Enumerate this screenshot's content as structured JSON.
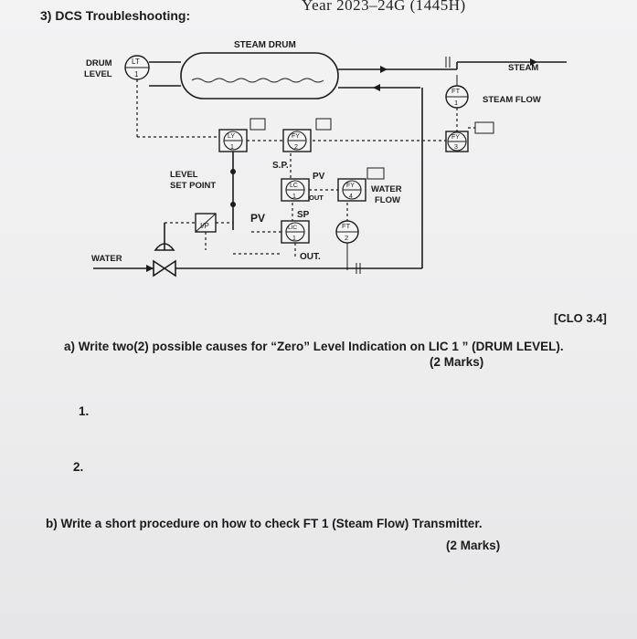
{
  "header_fragment": "Year 2023–24G (1445H)",
  "section": {
    "title": "3)  DCS Troubleshooting:"
  },
  "diagram": {
    "steam_drum": "STEAM DRUM",
    "drum_level_l1": "DRUM",
    "drum_level_l2": "LEVEL",
    "lt_tag_top": "LT",
    "lt_tag_num": "1",
    "steam": "STEAM",
    "steam_flow": "STEAM FLOW",
    "ft1_top": "FT",
    "ft1_num": "1",
    "fy3_top": "FY",
    "fy3_num": "3",
    "ly1_top": "LY",
    "ly1_num": "1",
    "fy2_top": "FY",
    "fy2_num": "2",
    "sp": "S.P.",
    "pv": "PV",
    "lc1_top": "LC",
    "lc1_num": "1",
    "out_small": "OUT",
    "fy4_top": "FY",
    "fy4_num": "4",
    "sp2": "SP",
    "lic1_top": "LIC",
    "lic1_num": "1",
    "out2": "OUT.",
    "ft2_top": "FT",
    "ft2_num": "2",
    "level_set_point_l1": "LEVEL",
    "level_set_point_l2": "SET POINT",
    "pv_left": "PV",
    "water_flow_l1": "WATER",
    "water_flow_l2": "FLOW",
    "water": "WATER",
    "ip_label": "I/P"
  },
  "clo": "[CLO 3.4]",
  "question_a": {
    "text": "a)  Write two(2) possible causes for “Zero” Level Indication on LIC 1 ” (DRUM LEVEL).",
    "marks": "(2 Marks)",
    "answers": [
      "1.",
      "2."
    ]
  },
  "question_b": {
    "text": "b)  Write a short procedure on how to check  FT 1 (Steam Flow) Transmitter.",
    "marks": "(2 Marks)"
  }
}
